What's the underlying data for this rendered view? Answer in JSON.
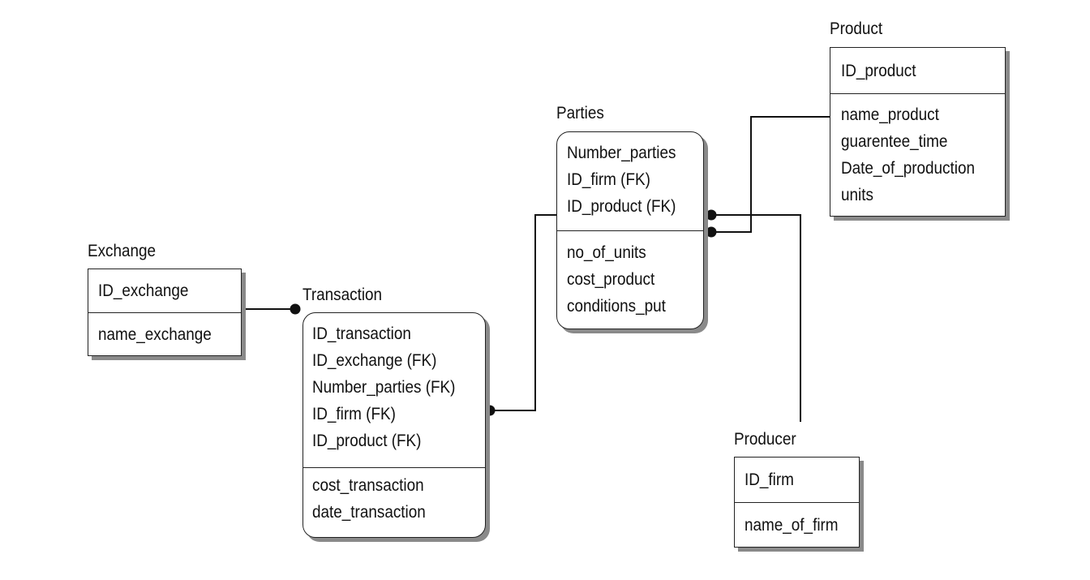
{
  "entities": {
    "product": {
      "title": "Product",
      "keys": [
        "ID_product"
      ],
      "attributes": [
        "name_product",
        "guarentee_time",
        "Date_of_production",
        "units"
      ]
    },
    "parties": {
      "title": "Parties",
      "keys": [
        "Number_parties",
        "ID_firm (FK)",
        "ID_product (FK)"
      ],
      "attributes": [
        "no_of_units",
        "cost_product",
        "conditions_put"
      ]
    },
    "exchange": {
      "title": "Exchange",
      "keys": [
        "ID_exchange"
      ],
      "attributes": [
        "name_exchange"
      ]
    },
    "transaction": {
      "title": "Transaction",
      "keys": [
        "ID_transaction",
        "ID_exchange (FK)",
        "Number_parties (FK)",
        "ID_firm (FK)",
        "ID_product (FK)"
      ],
      "attributes": [
        "cost_transaction",
        "date_transaction"
      ]
    },
    "producer": {
      "title": "Producer",
      "keys": [
        "ID_firm"
      ],
      "attributes": [
        "name_of_firm"
      ]
    }
  },
  "colors": {
    "line": "#111111",
    "border": "#222222",
    "shadow": "#8a8a8a"
  }
}
